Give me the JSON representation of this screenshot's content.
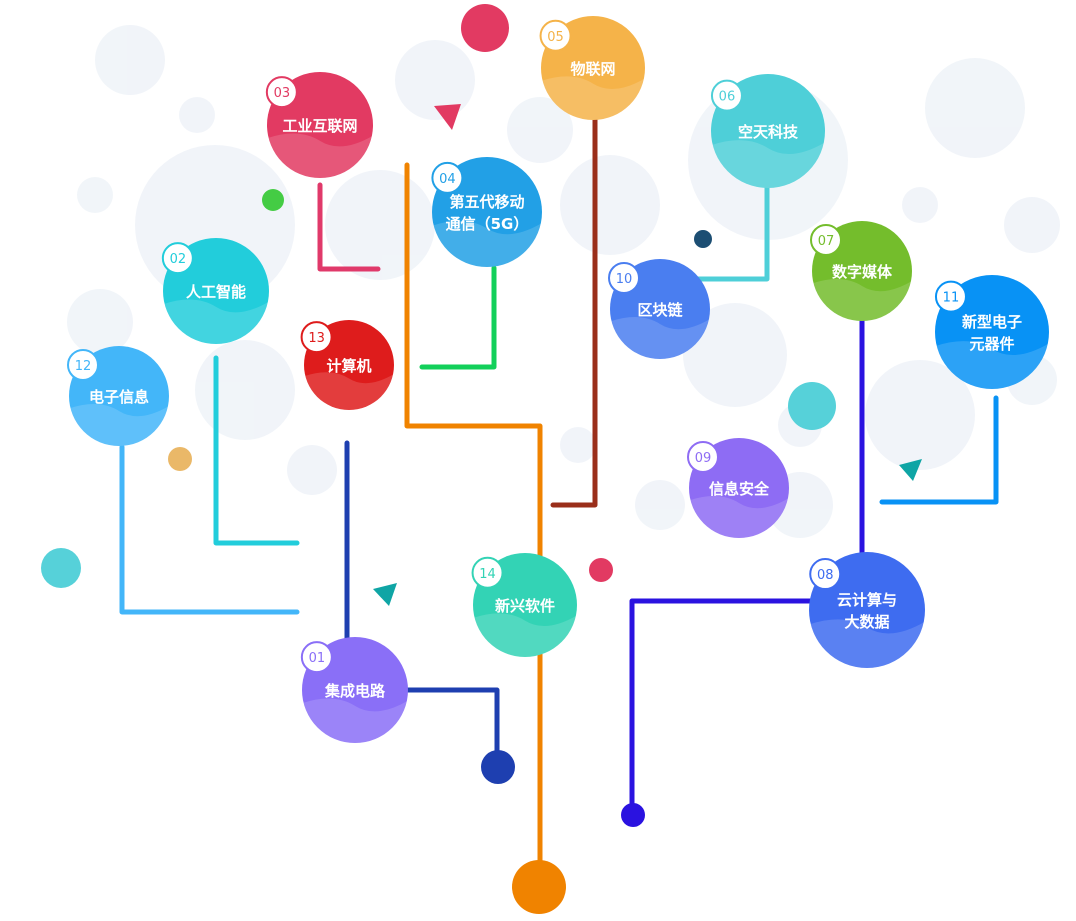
{
  "nodes": [
    {
      "id": "01",
      "lines": [
        "集成电路"
      ],
      "color": "#8a6ff7"
    },
    {
      "id": "02",
      "lines": [
        "人工智能"
      ],
      "color": "#22cddb"
    },
    {
      "id": "03",
      "lines": [
        "工业互联网"
      ],
      "color": "#e23a62"
    },
    {
      "id": "04",
      "lines": [
        "第五代移动",
        "通信（5G）"
      ],
      "color": "#22a0e6"
    },
    {
      "id": "05",
      "lines": [
        "物联网"
      ],
      "color": "#f5b349"
    },
    {
      "id": "06",
      "lines": [
        "空天科技"
      ],
      "color": "#4ecfd8"
    },
    {
      "id": "07",
      "lines": [
        "数字媒体"
      ],
      "color": "#74bd2c"
    },
    {
      "id": "08",
      "lines": [
        "云计算与",
        "大数据"
      ],
      "color": "#3e6cf0"
    },
    {
      "id": "09",
      "lines": [
        "信息安全"
      ],
      "color": "#8e6cf4"
    },
    {
      "id": "10",
      "lines": [
        "区块链"
      ],
      "color": "#4a7ef0"
    },
    {
      "id": "11",
      "lines": [
        "新型电子",
        "元器件"
      ],
      "color": "#0892f5"
    },
    {
      "id": "12",
      "lines": [
        "电子信息"
      ],
      "color": "#43b6f9"
    },
    {
      "id": "13",
      "lines": [
        "计算机"
      ],
      "color": "#de1c1c"
    },
    {
      "id": "14",
      "lines": [
        "新兴软件"
      ],
      "color": "#33d3b5"
    }
  ]
}
